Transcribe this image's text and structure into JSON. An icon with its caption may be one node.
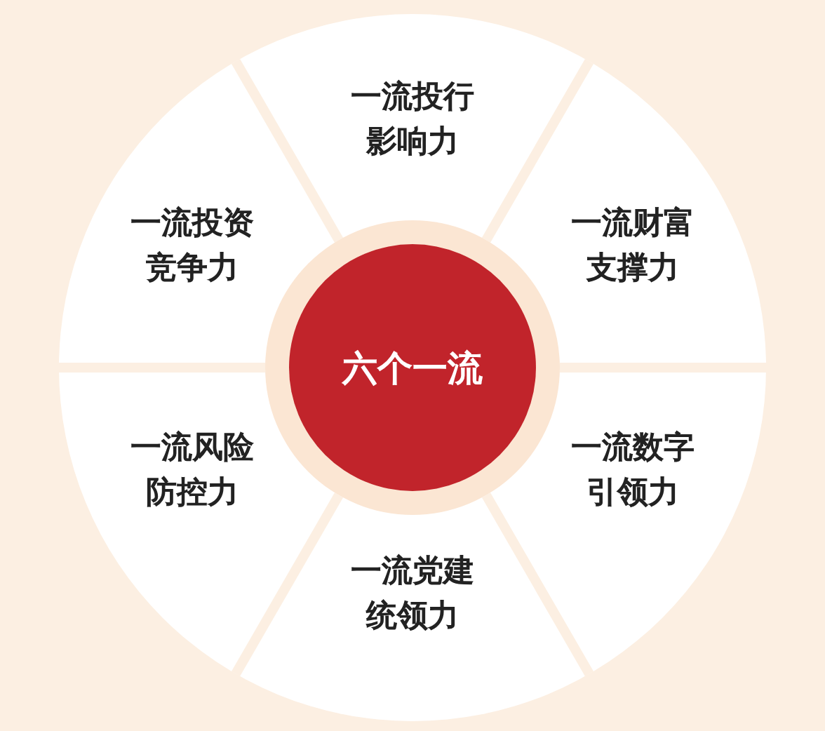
{
  "diagram": {
    "nodes": [
      {
        "text": [
          "一流投行影响力"
        ]
      },
      {
        "text": [
          "一流投资竞争力"
        ]
      },
      {
        "text": [
          "一流财富支撑力"
        ]
      },
      {
        "text": [
          "六个一流"
        ]
      },
      {
        "text": [
          "一流风险防控力"
        ]
      },
      {
        "text": [
          "一流数字引领力"
        ]
      },
      {
        "text": [
          "一流党建统领力"
        ]
      }
    ]
  }
}
